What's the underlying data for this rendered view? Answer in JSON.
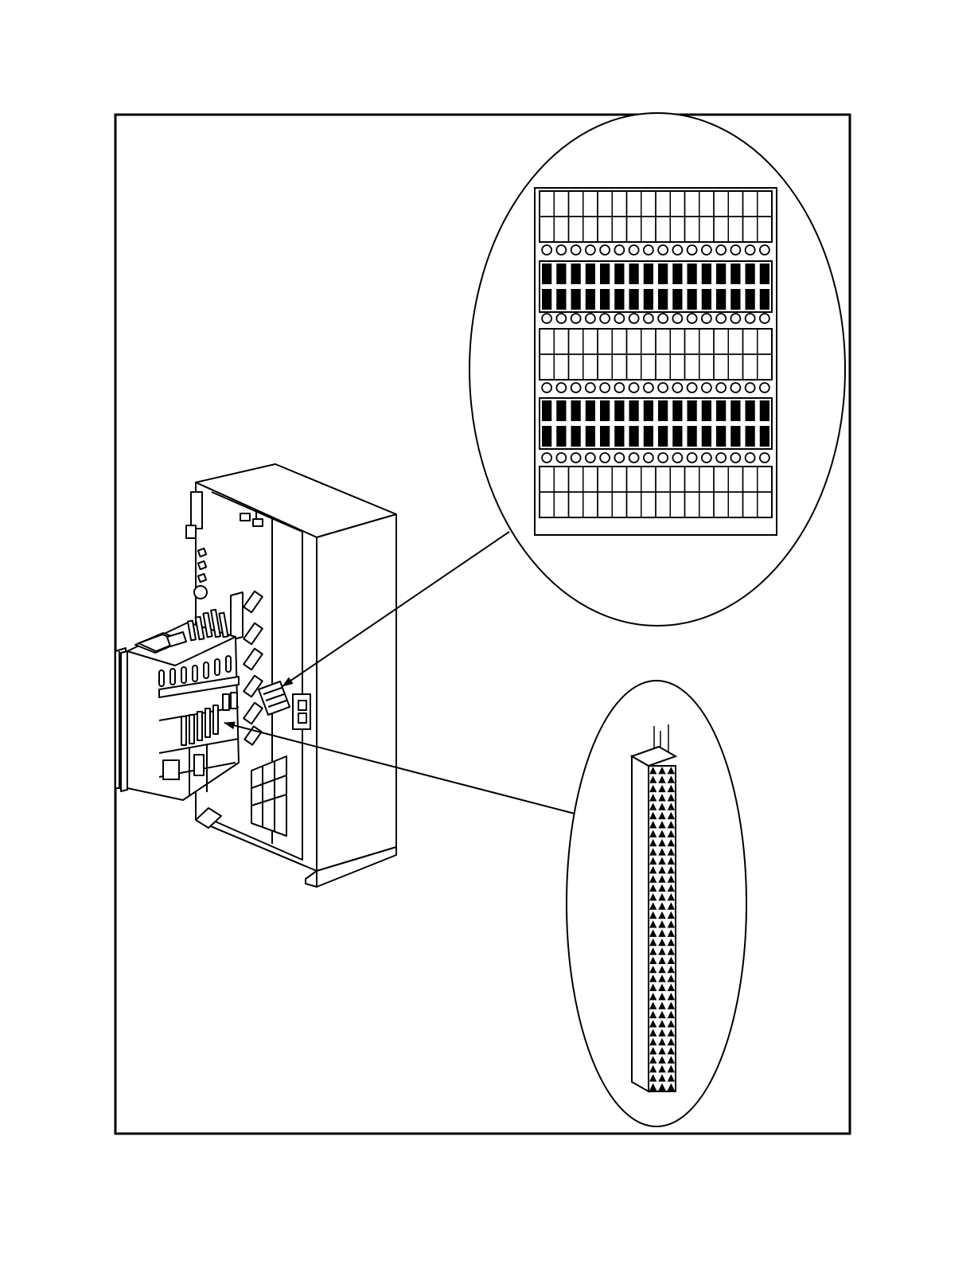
{
  "figure": {
    "kind": "technical-illustration",
    "subject": "equipment-cabinet-with-open-door",
    "callouts": [
      {
        "name": "terminal-block-panel-detail",
        "shape": "ellipse"
      },
      {
        "name": "pin-connector-strip-detail",
        "shape": "ellipse"
      }
    ],
    "terminal_panel": {
      "columns": 16,
      "white_bands": 3,
      "black_bands": 2,
      "rows_per_band": 2,
      "indicator_rows": 4
    },
    "pin_connector": {
      "columns": 3,
      "rows": 36
    },
    "colors": {
      "ink": "#000000",
      "paper": "#ffffff"
    }
  },
  "texts": {}
}
